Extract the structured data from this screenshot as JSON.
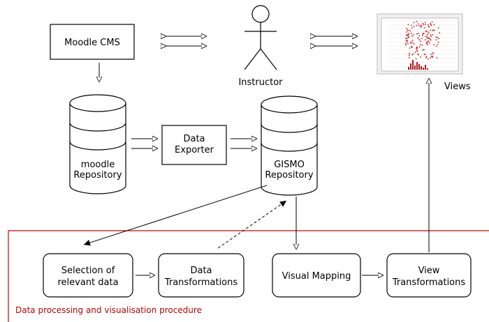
{
  "nodes": {
    "moodle_cms": "Moodle CMS",
    "instructor": "Instructor",
    "views": "Views",
    "moodle_repo": [
      "moodle",
      "Repository"
    ],
    "data_exporter": [
      "Data",
      "Exporter"
    ],
    "gismo_repo": [
      "GISMO",
      "Repository"
    ],
    "selection": [
      "Selection of",
      "relevant data"
    ],
    "data_transformations": [
      "Data",
      "Transformations"
    ],
    "visual_mapping": "Visual Mapping",
    "view_transformations": [
      "View",
      "Transformations"
    ]
  },
  "frame_label": "Data processing and visualisation procedure",
  "colors": {
    "frame": "#cc0000",
    "frame_text": "#c00000",
    "ink": "#000000",
    "plot_red": "#cc2222"
  }
}
